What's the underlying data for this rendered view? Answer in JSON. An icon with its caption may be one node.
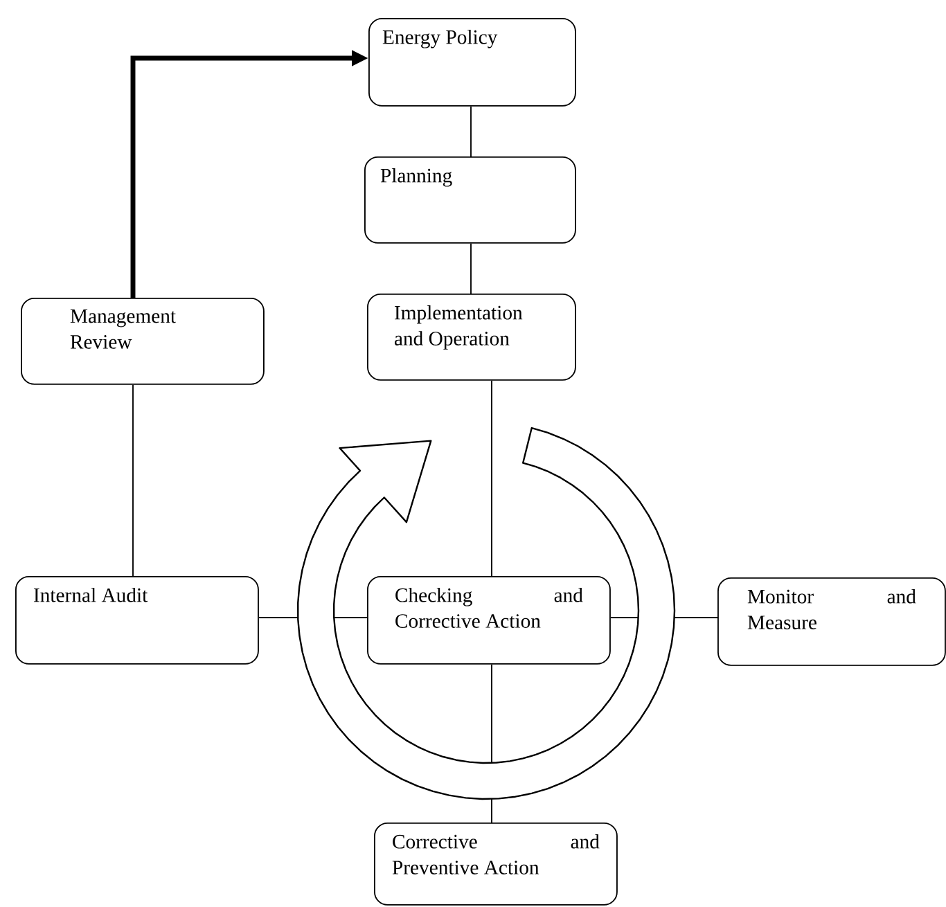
{
  "diagram": {
    "nodes": [
      {
        "text": [
          "Energy Policy"
        ]
      },
      {
        "text": [
          "Planning"
        ]
      },
      {
        "text": [
          "Implementation and Operation"
        ]
      },
      {
        "text": [
          "Management Review"
        ]
      },
      {
        "text": [
          "Internal Audit"
        ]
      },
      {
        "text": [
          "Checking and Corrective Action"
        ]
      },
      {
        "text": [
          "Monitor and Measure"
        ]
      },
      {
        "text": [
          "Corrective and Preventive Action"
        ]
      }
    ],
    "edges": [
      {
        "from": 0,
        "to": 1,
        "arrow": "none"
      },
      {
        "from": 1,
        "to": 2,
        "arrow": "none"
      },
      {
        "from": 2,
        "to": 5,
        "arrow": "none"
      },
      {
        "from": 3,
        "to": 0,
        "arrow": "to",
        "style": "thick"
      },
      {
        "from": 4,
        "to": 3,
        "arrow": "none"
      },
      {
        "from": 4,
        "to": 5,
        "arrow": "none"
      },
      {
        "from": 5,
        "to": 6,
        "arrow": "none"
      },
      {
        "from": 5,
        "to": 7,
        "arrow": "none"
      }
    ]
  }
}
